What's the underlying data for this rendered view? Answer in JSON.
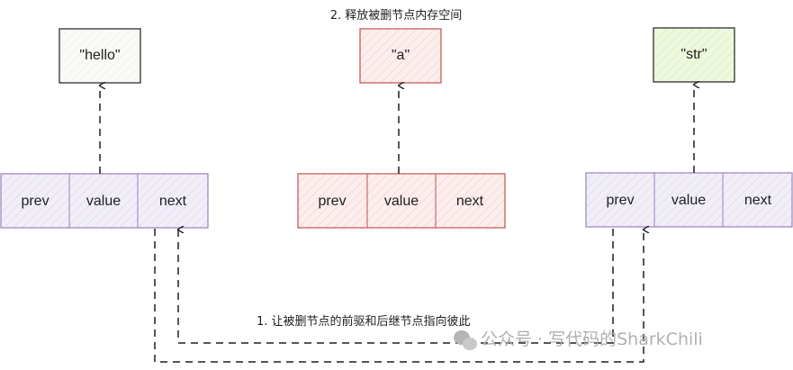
{
  "captions": {
    "free_memory": "2. 释放被删节点内存空间",
    "relink": "1. 让被删节点的前驱和后继节点指向彼此"
  },
  "values": [
    "\"hello\"",
    "\"a\"",
    "\"str\""
  ],
  "nodes": [
    {
      "fields": [
        "prev",
        "value",
        "next"
      ]
    },
    {
      "fields": [
        "prev",
        "value",
        "next"
      ]
    },
    {
      "fields": [
        "prev",
        "value",
        "next"
      ]
    }
  ],
  "watermark": "公众号 · 写代码的SharkChili",
  "colors": {
    "node_stroke": "#9c7fc0",
    "node_fill": "#ece8f5",
    "deleted_stroke": "#c0504d",
    "deleted_fill": "#fbe3e3",
    "hello_fill": "#f7f7f2",
    "str_fill": "#e6f5cf"
  }
}
